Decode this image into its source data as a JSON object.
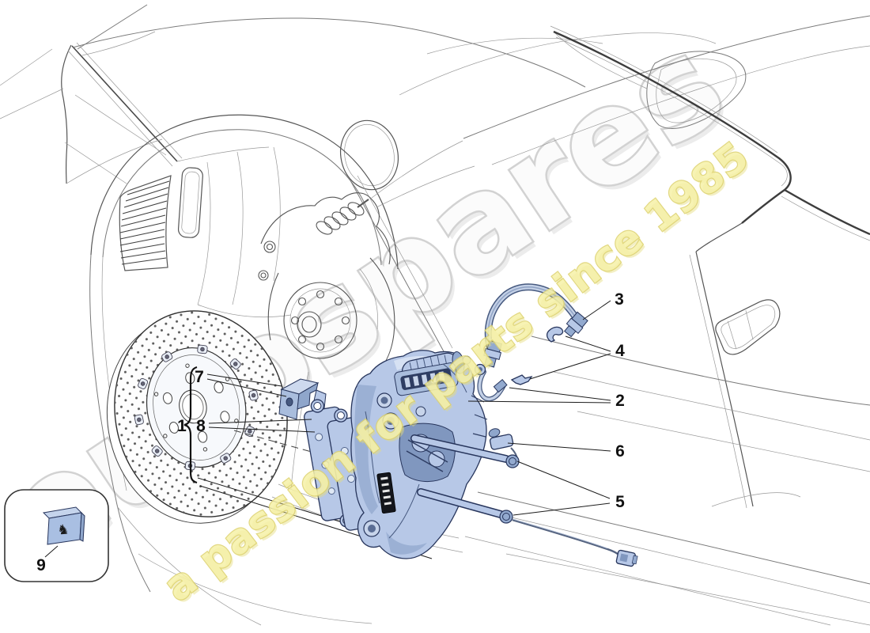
{
  "watermark": {
    "brand": "eurospares",
    "tagline": "a passion for parts since 1985"
  },
  "callouts": {
    "c1": "1",
    "c2": "2",
    "c3": "3",
    "c4": "4",
    "c5": "5",
    "c6": "6",
    "c7": "7",
    "c8": "8",
    "c9": "9"
  },
  "inset": {
    "icon": "♞"
  },
  "colors": {
    "part_fill": "#b7c8e7",
    "part_shade": "#93aacf",
    "part_outline": "#27355c",
    "line_art": "#7a7a7a",
    "callout_text": "#111111",
    "watermark_gray": "#d9d9d9",
    "watermark_yellow": "#f0e9a0"
  }
}
